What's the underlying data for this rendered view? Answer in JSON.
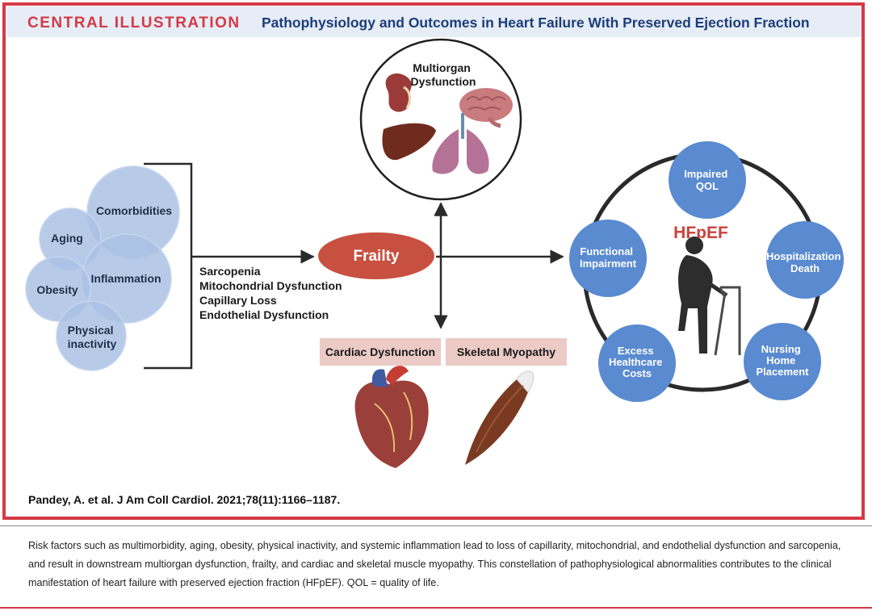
{
  "header": {
    "label": "CENTRAL ILLUSTRATION",
    "title": "Pathophysiology and Outcomes in Heart Failure With Preserved Ejection Fraction"
  },
  "risk_factors": {
    "comorbidities": "Comorbidities",
    "aging": "Aging",
    "inflammation": "Inflammation",
    "obesity": "Obesity",
    "physical_inactivity": [
      "Physical",
      "inactivity"
    ]
  },
  "mechanisms": [
    "Sarcopenia",
    "Mitochondrial Dysfunction",
    "Capillary Loss",
    "Endothelial Dysfunction"
  ],
  "frailty": "Frailty",
  "multiorgan": [
    "Multiorgan",
    "Dysfunction"
  ],
  "cardiac_dysfunction": "Cardiac Dysfunction",
  "skeletal_myopathy": "Skeletal Myopathy",
  "hfpef": "HFpEF",
  "outcomes": {
    "impaired_qol": [
      "Impaired",
      "QOL"
    ],
    "hospitalization_death": [
      "Hospitalization",
      "Death"
    ],
    "nursing_home": [
      "Nursing",
      "Home",
      "Placement"
    ],
    "excess_costs": [
      "Excess",
      "Healthcare",
      "Costs"
    ],
    "functional_impairment": [
      "Functional",
      "Impairment"
    ]
  },
  "citation": "Pandey, A. et al. J Am Coll Cardiol. 2021;78(11):1166–1187.",
  "caption": "Risk factors such as multimorbidity, aging, obesity, physical inactivity, and systemic inflammation lead to loss of capillarity, mitochondrial, and endothelial dysfunction and sarcopenia, and result in downstream multiorgan dysfunction, frailty, and cardiac and skeletal muscle myopathy. This constellation of pathophysiological abnormalities contributes to the clinical manifestation of heart failure with preserved ejection fraction (HFpEF). QOL = quality of life.",
  "colors": {
    "frame": "#d43a45",
    "header_bg": "#e6edf6",
    "title": "#1c3d78",
    "risk_circle": "#aac2e4",
    "outcome_circle": "#5a8ad0",
    "frailty": "#c85040",
    "tag": "#eccac6",
    "hfpef": "#c8443c"
  }
}
